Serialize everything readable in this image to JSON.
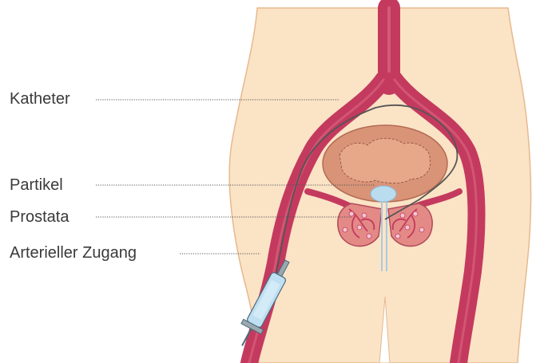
{
  "labels": {
    "catheter": "Katheter",
    "particles": "Partikel",
    "prostate": "Prostata",
    "arterial_access": "Arterieller Zugang"
  },
  "colors": {
    "skin": "#fbe3c6",
    "skin_outline": "#e6b98e",
    "artery": "#c43a5e",
    "artery_light": "#e0708c",
    "bladder": "#d99478",
    "bladder_inner": "#e6a888",
    "prostate": "#e38a86",
    "particle_blue": "#b9dcef",
    "catheter": "#555555",
    "syringe": "#bfe0f2"
  }
}
